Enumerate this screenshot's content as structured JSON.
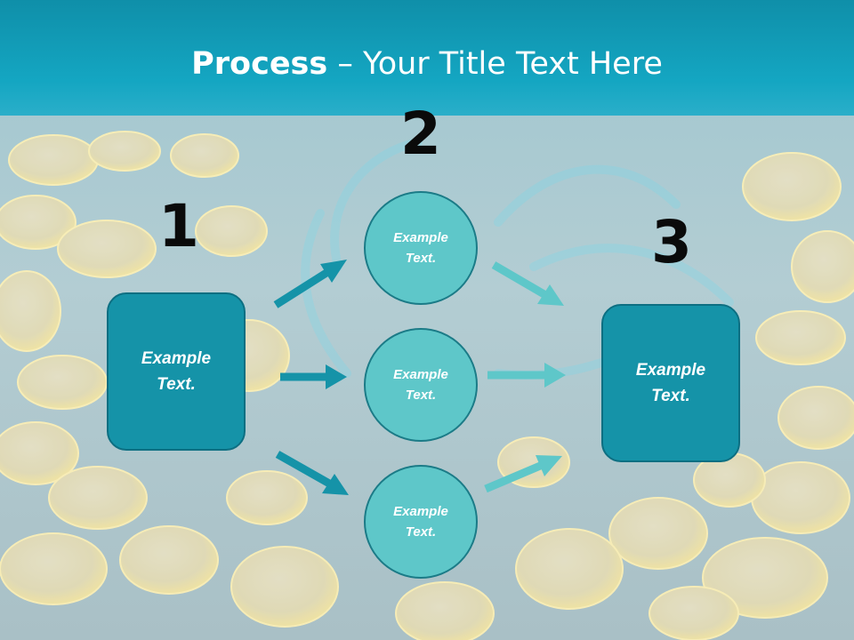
{
  "title": {
    "bold": "Process",
    "rest": " – Your Title Text Here"
  },
  "steps": {
    "one": "1",
    "two": "2",
    "three": "3"
  },
  "box_left": {
    "line1": "Example",
    "line2": "Text."
  },
  "box_right": {
    "line1": "Example",
    "line2": "Text."
  },
  "circles": [
    {
      "line1": "Example",
      "line2": "Text."
    },
    {
      "line1": "Example",
      "line2": "Text."
    },
    {
      "line1": "Example",
      "line2": "Text."
    }
  ],
  "colors": {
    "header": "#14a6c2",
    "box": "#1593a8",
    "circle": "#5ec7c9",
    "arrow_dark": "#1593a8",
    "arrow_light": "#5ec7c9"
  }
}
